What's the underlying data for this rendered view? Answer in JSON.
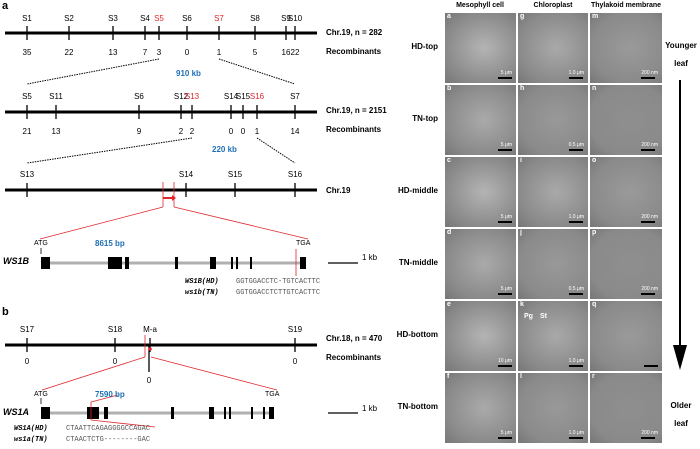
{
  "panel_a": {
    "letter": "a",
    "map1": {
      "chr_label": "Chr.19, n = 282",
      "rec_label": "Recombinants",
      "markers": [
        {
          "name": "S1",
          "rec": "35",
          "red": false
        },
        {
          "name": "S2",
          "rec": "22",
          "red": false
        },
        {
          "name": "S3",
          "rec": "13",
          "red": false
        },
        {
          "name": "S4",
          "rec": "7",
          "red": false
        },
        {
          "name": "S5",
          "rec": "3",
          "red": true
        },
        {
          "name": "S6",
          "rec": "0",
          "red": false
        },
        {
          "name": "S7",
          "rec": "1",
          "red": true
        },
        {
          "name": "S8",
          "rec": "5",
          "red": false
        },
        {
          "name": "S9",
          "rec": "16",
          "red": false
        },
        {
          "name": "S10",
          "rec": "22",
          "red": false
        }
      ],
      "interval": "910 kb"
    },
    "map2": {
      "chr_label": "Chr.19, n = 2151",
      "rec_label": "Recombinants",
      "markers": [
        {
          "name": "S5",
          "rec": "21",
          "red": false
        },
        {
          "name": "S11",
          "rec": "13",
          "red": false
        },
        {
          "name": "S6",
          "rec": "9",
          "red": false
        },
        {
          "name": "S12",
          "rec": "2",
          "red": false
        },
        {
          "name": "S13",
          "rec": "2",
          "red": true
        },
        {
          "name": "S14",
          "rec": "0",
          "red": false
        },
        {
          "name": "S15",
          "rec": "0",
          "red": false
        },
        {
          "name": "S16",
          "rec": "1",
          "red": true
        },
        {
          "name": "S7",
          "rec": "14",
          "red": false
        }
      ],
      "interval": "220 kb"
    },
    "map3": {
      "chr_label": "Chr.19",
      "markers": [
        "S13",
        "S14",
        "S15",
        "S16"
      ]
    },
    "gene": {
      "name": "WS1B",
      "start": "ATG",
      "end": "TGA",
      "length": "8615 bp",
      "scale": "1 kb",
      "seq_hd_label": "WS1B(HD)",
      "seq_hd": "GGTGGACCTC-TGTCACTTC",
      "seq_tn_label": "ws1b(TN)",
      "seq_tn": "GGTGGACCTCTTGTCACTTC"
    }
  },
  "panel_b": {
    "letter": "b",
    "map": {
      "chr_label": "Chr.18, n = 470",
      "rec_label": "Recombinants",
      "markers": [
        {
          "name": "S17",
          "rec": "0"
        },
        {
          "name": "S18",
          "rec": "0"
        },
        {
          "name": "M-a",
          "rec": "0"
        },
        {
          "name": "S19",
          "rec": "0"
        }
      ]
    },
    "gene": {
      "name": "WS1A",
      "start": "ATG",
      "end": "TGA",
      "length": "7590 bp",
      "scale": "1 kb",
      "seq_hd_label": "WS1A(HD)",
      "seq_hd": "CTAATTCAGAGGGGCCAGAC",
      "seq_tn_label": "ws1a(TN)",
      "seq_tn": "CTAACTCTG--------GAC"
    }
  },
  "micrographs": {
    "columns": [
      "Mesophyll cell",
      "Chloroplast",
      "Thylakoid membrane"
    ],
    "rows": [
      "HD-top",
      "TN-top",
      "HD-middle",
      "TN-middle",
      "HD-bottom",
      "TN-bottom"
    ],
    "panels": [
      [
        "a",
        "g",
        "m"
      ],
      [
        "b",
        "h",
        "n"
      ],
      [
        "c",
        "i",
        "o"
      ],
      [
        "d",
        "j",
        "p"
      ],
      [
        "e",
        "k",
        "q"
      ],
      [
        "f",
        "l",
        "r"
      ]
    ],
    "scalebars": [
      [
        "5 μm",
        "1.0 μm",
        "200 nm"
      ],
      [
        "5 μm",
        "0.5 μm",
        "200 nm"
      ],
      [
        "5 μm",
        "1.0 μm",
        "200 nm"
      ],
      [
        "5 μm",
        "0.5 μm",
        "200 nm"
      ],
      [
        "10 μm",
        "1.0 μm",
        ""
      ],
      [
        "5 μm",
        "1.0 μm",
        "200 nm"
      ]
    ],
    "annotations": {
      "pg": "Pg",
      "st": "St"
    },
    "arrow_top": [
      "Younger",
      "leaf"
    ],
    "arrow_bottom": [
      "Older",
      "leaf"
    ]
  },
  "colors": {
    "red": "#e0262b",
    "blue": "#1f6fb5",
    "chromosome": "#000000",
    "gene_line": "#b0b0b0",
    "em_bg": "#a8a8a8"
  }
}
